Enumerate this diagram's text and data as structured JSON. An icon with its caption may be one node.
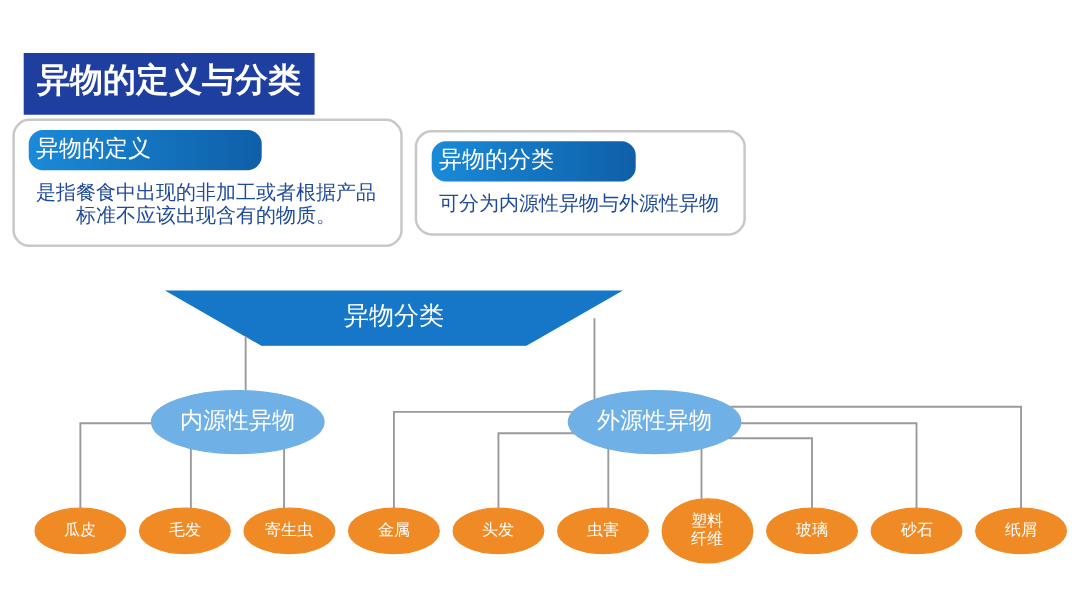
{
  "diagram": {
    "title": "异物的定义与分类",
    "nodes": [
      {
        "text": [
          "异物的定义",
          "是指餐食中出现的非加工或者根据产品标准不应该出现含有的物质。"
        ]
      },
      {
        "text": [
          "异物的分类",
          "可分为内源性异物与外源性异物"
        ]
      },
      {
        "text": [
          "异物分类"
        ]
      },
      {
        "text": [
          "内源性异物"
        ]
      },
      {
        "text": [
          "外源性异物"
        ]
      },
      {
        "text": [
          "瓜皮"
        ]
      },
      {
        "text": [
          "毛发"
        ]
      },
      {
        "text": [
          "寄生虫"
        ]
      },
      {
        "text": [
          "金属"
        ]
      },
      {
        "text": [
          "头发"
        ]
      },
      {
        "text": [
          "虫害"
        ]
      },
      {
        "text": [
          "塑料纤维"
        ]
      },
      {
        "text": [
          "玻璃"
        ]
      },
      {
        "text": [
          "砂石"
        ]
      },
      {
        "text": [
          "纸屑"
        ]
      }
    ],
    "edges": [
      {
        "from": 2,
        "to": 3,
        "arrow": "none"
      },
      {
        "from": 2,
        "to": 4,
        "arrow": "none"
      },
      {
        "from": 3,
        "to": 5,
        "arrow": "none"
      },
      {
        "from": 3,
        "to": 6,
        "arrow": "none"
      },
      {
        "from": 3,
        "to": 7,
        "arrow": "none"
      },
      {
        "from": 4,
        "to": 8,
        "arrow": "none"
      },
      {
        "from": 4,
        "to": 9,
        "arrow": "none"
      },
      {
        "from": 4,
        "to": 10,
        "arrow": "none"
      },
      {
        "from": 4,
        "to": 11,
        "arrow": "none"
      },
      {
        "from": 4,
        "to": 12,
        "arrow": "none"
      },
      {
        "from": 4,
        "to": 13,
        "arrow": "none"
      },
      {
        "from": 4,
        "to": 14,
        "arrow": "none"
      }
    ]
  }
}
